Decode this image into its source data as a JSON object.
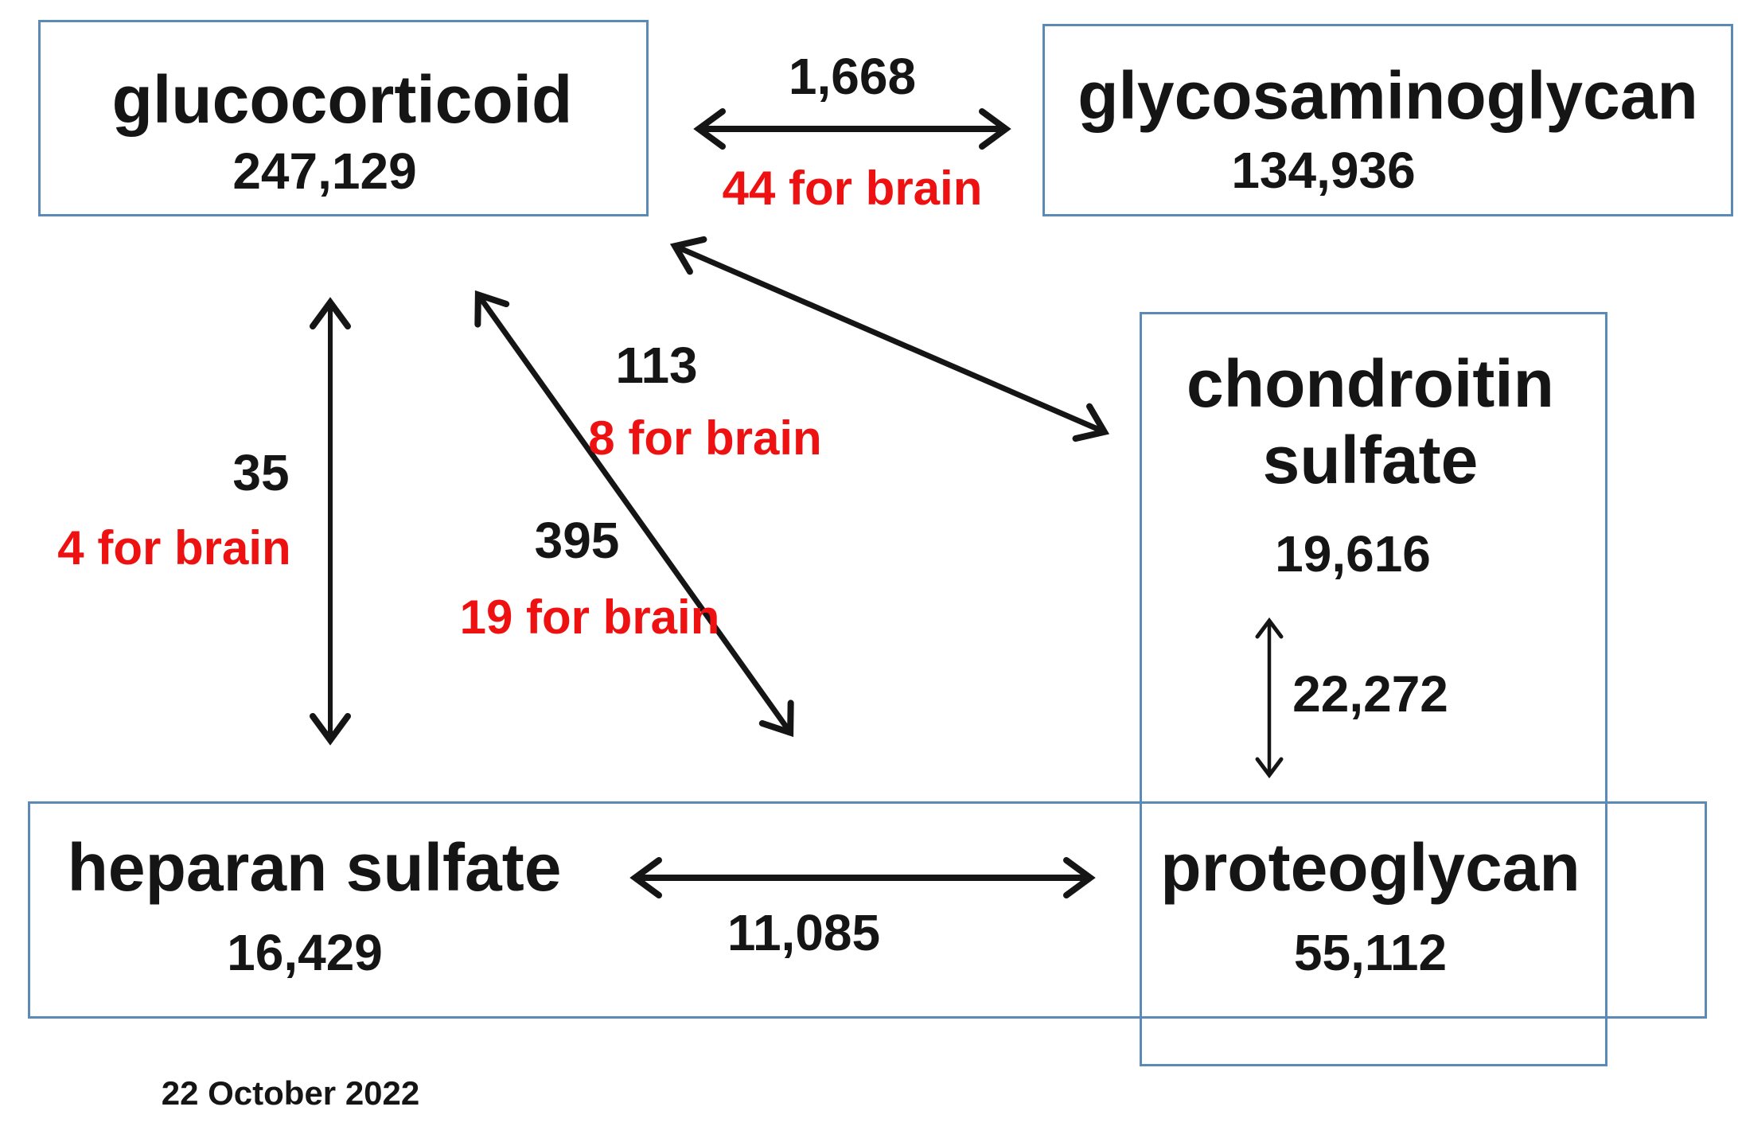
{
  "diagram": {
    "colors": {
      "box_border": "#5b8ab7",
      "text": "#151515",
      "highlight_red": "#ee1111"
    },
    "boxes": {
      "glucocorticoid": {
        "label": "glucocorticoid",
        "count": "247,129"
      },
      "glycosaminoglycan": {
        "label": "glycosaminoglycan",
        "count": "134,936"
      },
      "chondroitin_sulfate": {
        "label_line1": "chondroitin",
        "label_line2": "sulfate",
        "count": "19,616"
      },
      "heparan_sulfate": {
        "label": "heparan sulfate",
        "count": "16,429"
      },
      "proteoglycan": {
        "label": "proteoglycan",
        "count": "55,112"
      }
    },
    "links": {
      "gluco_glycosamino": {
        "count": "1,668",
        "brain": "44 for brain"
      },
      "gluco_chondroitin": {
        "count": "113",
        "brain": "8 for brain"
      },
      "gluco_heparan": {
        "count": "35",
        "brain": "4 for brain"
      },
      "gluco_proteoglycan": {
        "count": "395",
        "brain": "19 for brain"
      },
      "chondroitin_proteoglycan": {
        "count": "22,272"
      },
      "heparan_proteoglycan": {
        "count": "11,085"
      }
    },
    "footer_date": "22 October 2022"
  }
}
